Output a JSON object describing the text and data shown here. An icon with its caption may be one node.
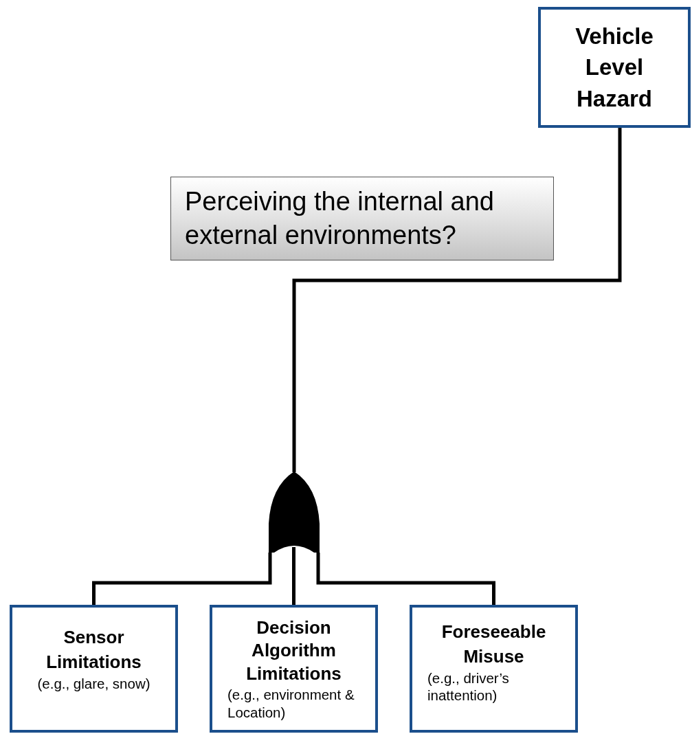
{
  "diagram": {
    "nodes": [
      {
        "text": [
          "Vehicle Level Hazard"
        ]
      },
      {
        "text": [
          "Perceiving the internal and external environments?"
        ]
      },
      {
        "text": [],
        "shape": "gate"
      },
      {
        "text": [
          "Sensor Limitations",
          "(e.g., glare, snow)"
        ]
      },
      {
        "text": [
          "Decision Algorithm Limitations",
          "(e.g., environment & Location)"
        ]
      },
      {
        "text": [
          "Foreseeable Misuse",
          "(e.g., driver’s inattention)"
        ]
      }
    ],
    "edges": [
      {
        "from": 0,
        "to": 2,
        "arrow": "none"
      },
      {
        "from": 2,
        "to": 3,
        "arrow": "none"
      },
      {
        "from": 2,
        "to": 4,
        "arrow": "none"
      },
      {
        "from": 2,
        "to": 5,
        "arrow": "none"
      }
    ]
  }
}
